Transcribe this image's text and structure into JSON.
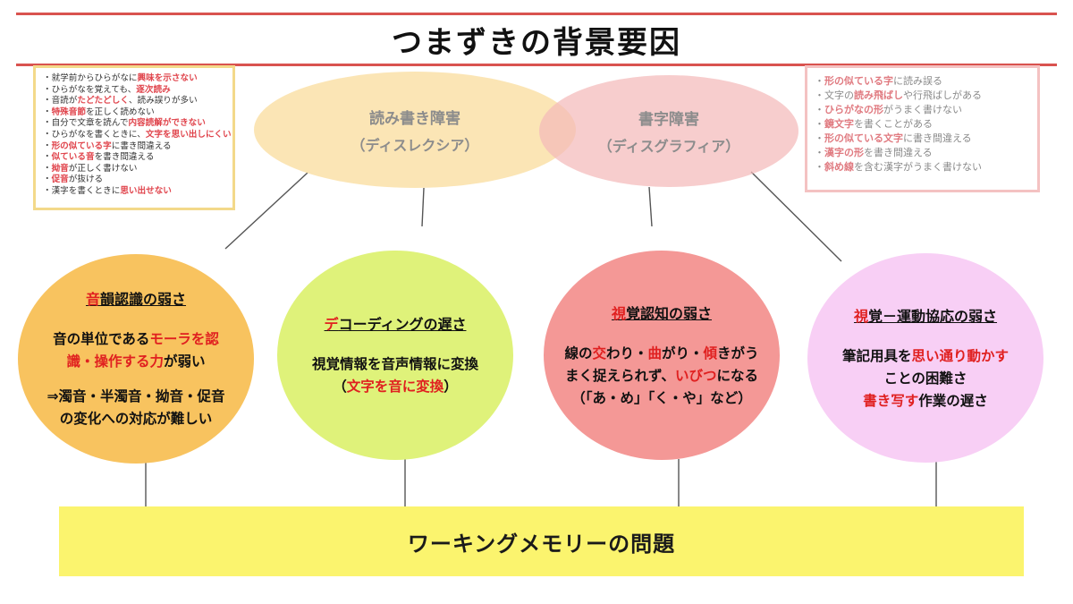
{
  "title": "つまずきの背景要因",
  "left_note": {
    "items": [
      [
        {
          "t": "・就学前からひらがなに"
        },
        {
          "t": "興味を示さない",
          "hl": true
        }
      ],
      [
        {
          "t": "・ひらがなを覚えても、"
        },
        {
          "t": "逐次読み",
          "hl": true
        }
      ],
      [
        {
          "t": "・音読が"
        },
        {
          "t": "たどたどしく",
          "hl": true
        },
        {
          "t": "、読み誤りが多い"
        }
      ],
      [
        {
          "t": "・"
        },
        {
          "t": "特殊音節",
          "hl": true
        },
        {
          "t": "を正しく読めない"
        }
      ],
      [
        {
          "t": "・自分で文章を読んで"
        },
        {
          "t": "内容読解ができない",
          "hl": true
        }
      ],
      [
        {
          "t": "・ひらがなを書くときに、"
        },
        {
          "t": "文字を思い出しにくい",
          "hl": true
        }
      ],
      [
        {
          "t": "・"
        },
        {
          "t": "形の似ている字",
          "hl": true
        },
        {
          "t": "に書き間違える"
        }
      ],
      [
        {
          "t": "・"
        },
        {
          "t": "似ている音",
          "hl": true
        },
        {
          "t": "を書き間違える"
        }
      ],
      [
        {
          "t": "・"
        },
        {
          "t": "拗音",
          "hl": true
        },
        {
          "t": "が正しく書けない"
        }
      ],
      [
        {
          "t": "・"
        },
        {
          "t": "促音",
          "hl": true
        },
        {
          "t": "が抜ける"
        }
      ],
      [
        {
          "t": "・漢字を書くときに"
        },
        {
          "t": "思い出せない",
          "hl": true
        }
      ]
    ]
  },
  "right_note": {
    "items": [
      [
        {
          "t": "・"
        },
        {
          "t": "形の似ている字",
          "hl": true
        },
        {
          "t": "に読み誤る"
        }
      ],
      [
        {
          "t": "・文字の"
        },
        {
          "t": "読み飛ばし",
          "hl": true
        },
        {
          "t": "や行飛ばしがある"
        }
      ],
      [
        {
          "t": "・"
        },
        {
          "t": "ひらがなの形",
          "hl": true
        },
        {
          "t": "がうまく書けない"
        }
      ],
      [
        {
          "t": "・"
        },
        {
          "t": "鏡文字",
          "hl": true
        },
        {
          "t": "を書くことがある"
        }
      ],
      [
        {
          "t": "・"
        },
        {
          "t": "形の似ている文字",
          "hl": true
        },
        {
          "t": "に書き間違える"
        }
      ],
      [
        {
          "t": "・"
        },
        {
          "t": "漢字の形",
          "hl": true
        },
        {
          "t": "を書き間違える"
        }
      ],
      [
        {
          "t": "・"
        },
        {
          "t": "斜め線",
          "hl": true
        },
        {
          "t": "を含む漢字がうまく書けない"
        }
      ]
    ]
  },
  "dyslexia": {
    "name": "読み書き障害",
    "sub": "（ディスレクシア）"
  },
  "dysgraphia": {
    "name": "書字障害",
    "sub": "（ディスグラフィア）"
  },
  "circles": [
    {
      "heading": [
        {
          "t": "音",
          "r": true
        },
        {
          "t": "韻認識の弱さ"
        }
      ],
      "lines": [
        [
          {
            "t": "音の単位である"
          },
          {
            "t": "モーラを認",
            "r": true
          }
        ],
        [
          {
            "t": "識・操作する力",
            "r": true
          },
          {
            "t": "が弱い"
          }
        ],
        [],
        [
          {
            "t": "⇒濁音・半濁音・拗音・促音"
          }
        ],
        [
          {
            "t": "の変化への対応が難しい"
          }
        ]
      ]
    },
    {
      "heading": [
        {
          "t": "デ",
          "r": true
        },
        {
          "t": "コーディングの遅さ"
        }
      ],
      "lines": [
        [
          {
            "t": "視覚情報を音声情報に変換"
          }
        ],
        [
          {
            "t": "（"
          },
          {
            "t": "文字を音に変換",
            "r": true
          },
          {
            "t": "）"
          }
        ]
      ]
    },
    {
      "heading": [
        {
          "t": "視",
          "r": true
        },
        {
          "t": "覚認知の弱さ"
        }
      ],
      "lines": [
        [
          {
            "t": "線の"
          },
          {
            "t": "交",
            "r": true
          },
          {
            "t": "わり・"
          },
          {
            "t": "曲",
            "r": true
          },
          {
            "t": "がり・"
          },
          {
            "t": "傾",
            "r": true
          },
          {
            "t": "きがう"
          }
        ],
        [
          {
            "t": "まく捉えられず、"
          },
          {
            "t": "いびつ",
            "r": true
          },
          {
            "t": "になる"
          }
        ],
        [
          {
            "t": "（「あ・め」「く・や」など）"
          }
        ]
      ]
    },
    {
      "heading": [
        {
          "t": "視",
          "r": true
        },
        {
          "t": "覚－運動協応の弱さ"
        }
      ],
      "lines": [
        [
          {
            "t": "筆記用具を"
          },
          {
            "t": "思い通り動かす",
            "r": true
          }
        ],
        [
          {
            "t": "ことの困難さ"
          }
        ],
        [
          {
            "t": "書き写す",
            "r": true
          },
          {
            "t": "作業の遅さ"
          }
        ]
      ]
    }
  ],
  "working_memory": "ワーキングメモリーの問題",
  "colors": {
    "title_rule": "#d9534f",
    "highlight": "#e02020",
    "circle1": "#f8c35f",
    "circle2": "#dff27a",
    "circle3": "#f49896",
    "circle4": "#f8cff5",
    "dyslexia": "#fae0a8",
    "dysgraphia": "#f4baba",
    "working_memory": "#fbf46e"
  }
}
